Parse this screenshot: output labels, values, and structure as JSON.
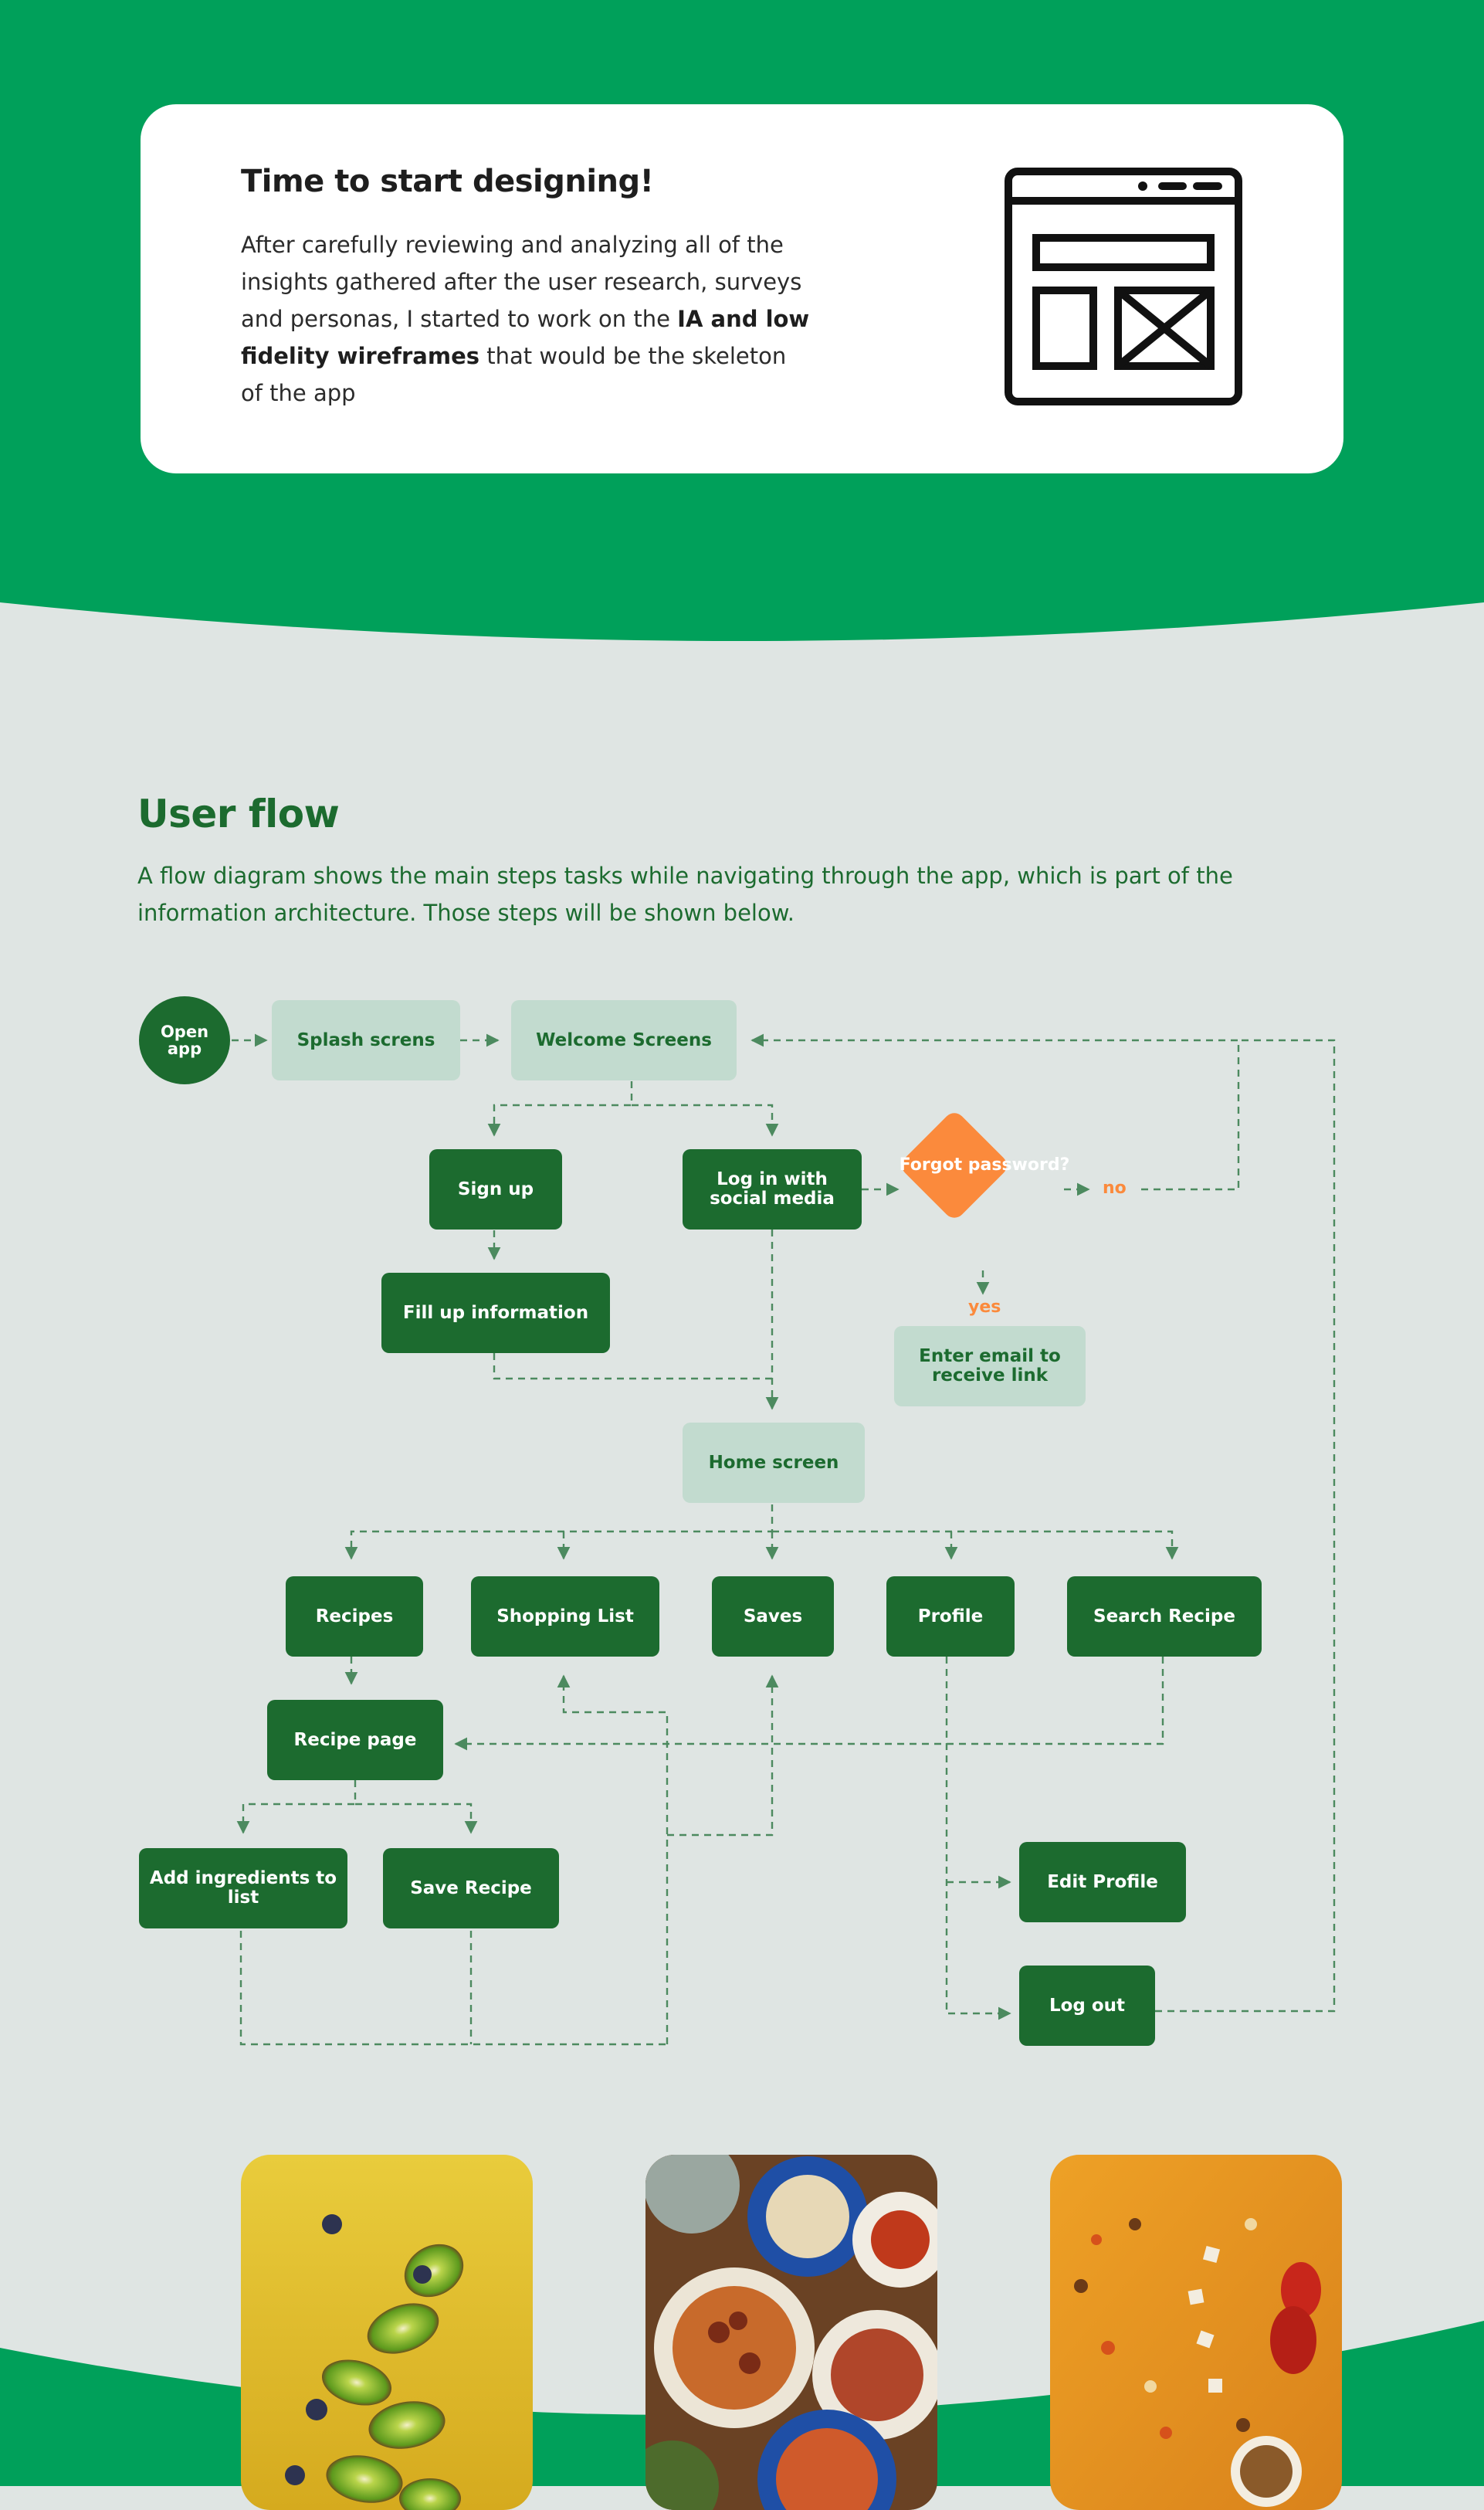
{
  "colors": {
    "brand_green": "#00a05a",
    "dark_green": "#1c6b2f",
    "light_green": "#c2dbcf",
    "background": "#dfe5e3",
    "accent_orange": "#fb8a3c"
  },
  "intro": {
    "title": "Time to start designing!",
    "text_part1": "After carefully reviewing and analyzing all of the insights gathered after the user research, surveys and personas, I started to work on the ",
    "text_bold": "IA and low fidelity wireframes",
    "text_part2": " that would be the skeleton of the app",
    "icon": "browser-wireframe-icon"
  },
  "user_flow": {
    "title": "User flow",
    "description": "A flow diagram shows the main steps tasks while navigating through the app, which is part of the information architecture. Those steps will be shown below.",
    "nodes": {
      "open_app": "Open app",
      "splash": "Splash screns",
      "welcome": "Welcome Screens",
      "sign_up": "Sign up",
      "social_login": "Log in with social media",
      "forgot_password": "Forgot password?",
      "fill_info": "Fill up information",
      "no_label": "no",
      "yes_label": "yes",
      "enter_email": "Enter email to receive link",
      "home": "Home screen",
      "recipes": "Recipes",
      "shopping_list": "Shopping List",
      "saves": "Saves",
      "profile": "Profile",
      "search_recipe": "Search Recipe",
      "recipe_page": "Recipe page",
      "add_ingredients": "Add ingredients to list",
      "save_recipe": "Save Recipe",
      "edit_profile": "Edit Profile",
      "log_out": "Log out"
    }
  },
  "photos": [
    {
      "subject": "kiwi-slices-photo"
    },
    {
      "subject": "pasta-dishes-photo"
    },
    {
      "subject": "floating-spices-photo"
    }
  ]
}
